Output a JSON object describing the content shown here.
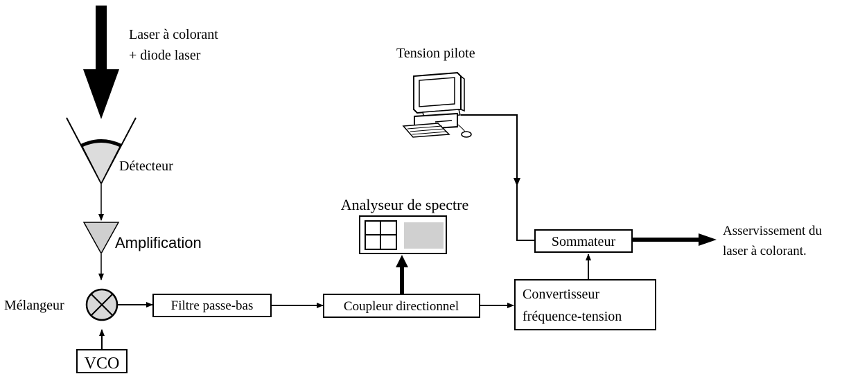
{
  "source_label": [
    "Laser à colorant",
    "+ diode laser"
  ],
  "detector_label": "Détecteur",
  "amplifier_label": "Amplification",
  "mixer_label": "Mélangeur",
  "vco_label": "VCO",
  "lowpass_label": "Filtre passe-bas",
  "coupler_label": "Coupleur directionnel",
  "spectrum_label": "Analyseur de spectre",
  "computer_label": "Tension pilote",
  "summer_label": "Sommateur",
  "converter_label": [
    "Convertisseur",
    "fréquence-tension"
  ],
  "output_label": [
    "Asservissement du",
    "laser à colorant."
  ],
  "colors": {
    "stroke": "#000000",
    "fill_gray": "#cfcfcf",
    "screen_gray": "#d0d0d0"
  }
}
